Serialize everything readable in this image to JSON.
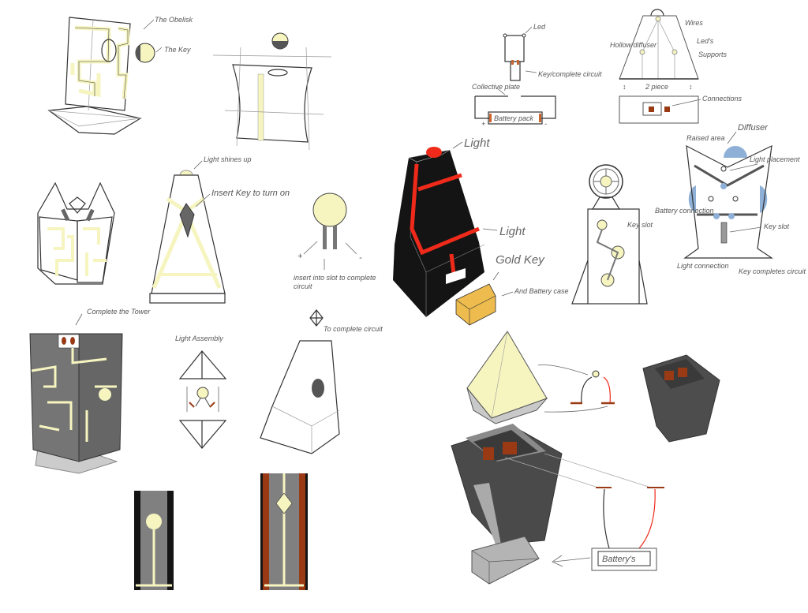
{
  "colors": {
    "light_yellow": "#f6f5c0",
    "dark_gray": "#4a4a4a",
    "mid_gray": "#808080",
    "black": "#141414",
    "red": "#ef2a1a",
    "gold": "#edbb4e",
    "copper": "#9a3a14",
    "blue": "#8fb0d6"
  },
  "obelisk": {
    "title": "The Obelisk",
    "key": "The Key"
  },
  "circuit": {
    "led": "Led",
    "key": "Key/complete circuit",
    "plate": "Collective plate",
    "battery": "Battery pack",
    "plus": "+",
    "minus": "-"
  },
  "diffuser_top": {
    "wires": "Wires",
    "hollow": "Hollow diffuser",
    "leds": "Led's",
    "supports": "Supports",
    "two_piece": "2 piece",
    "connections": "Connections"
  },
  "black_tower": {
    "light_top": "Light",
    "light_side": "Light",
    "gold_key": "Gold Key",
    "battery_case": "And Battery case"
  },
  "diffuser_tower": {
    "diffuser": "Diffuser",
    "raised": "Raised area",
    "light_place": "Light placement",
    "battery_conn": "Battery connection",
    "key_slot": "Key slot",
    "light_conn": "Light connection",
    "key_complete": "Key completes circuit"
  },
  "triangle_tower": {
    "shines": "Light shines up",
    "insert": "Insert Key to turn on"
  },
  "led": {
    "plus": "+",
    "minus": "-",
    "insert": "insert into slot to complete circuit"
  },
  "fan_tower": {
    "key_slot": "Key slot"
  },
  "gray_tower": {
    "complete": "Complete the Tower"
  },
  "light_assembly": {
    "title": "Light Assembly"
  },
  "white_tower": {
    "complete": "To complete circuit"
  },
  "battery_box": {
    "label": "Battery's"
  }
}
